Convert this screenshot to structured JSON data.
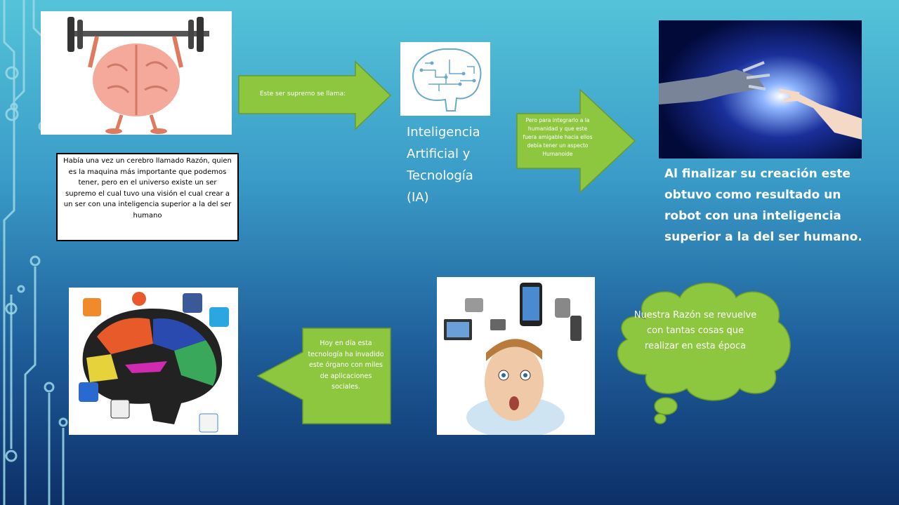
{
  "colors": {
    "arrow_fill": "#8dc63f",
    "arrow_stroke": "#6a9a2b",
    "cloud_fill": "#8dc63f",
    "circuit": "#9bd8e8"
  },
  "panels": {
    "story_text": "Había una vez un cerebro llamado Razón, quien es la maquina más importante que podemos tener, pero en el universo existe un ser supremo el cual tuvo una visión el cual crear a un ser con una inteligencia superior a la del ser humano",
    "arrow1_text": "Este ser supremo se llama:",
    "ia_title": "Inteligencia Artificial y Tecnología (IA)",
    "arrow2_text": "Pero para integrarlo a la humanidad y que este fuera amigable hacia ellos debía tener un aspecto Humanoide",
    "result_text": "Al finalizar su creación este obtuvo como resultado un robot con una inteligencia superior a la del ser humano.",
    "cloud_text": "Nuestra Razón se revuelve con tantas cosas que realizar en esta época",
    "arrow3_text": "Hoy en día esta tecnología ha invadido este órgano con miles de aplicaciones sociales."
  },
  "icons": [
    "brain-weightlifting-icon",
    "brain-circuit-icon",
    "robot-human-hand-icon",
    "brain-social-apps-icon",
    "man-with-gadgets-icon"
  ]
}
